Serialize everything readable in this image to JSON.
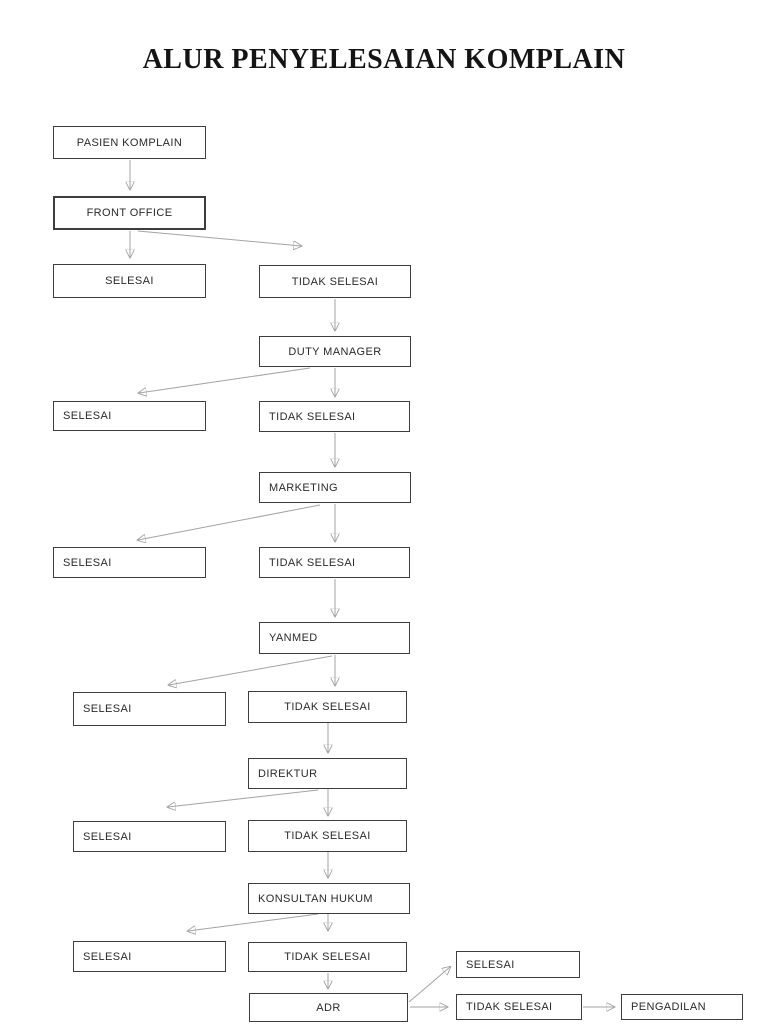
{
  "page": {
    "title": "ALUR PENYELESAIAN KOMPLAIN",
    "background_color": "#ffffff",
    "box_border_color": "#3d3d3d",
    "connector_line_color": "#a3a3a3",
    "arrowhead_color": "#141414",
    "text_color": "#2a2a2a"
  },
  "diagram": {
    "nodes": [
      {
        "id": "pasien-komplain",
        "label": "PASIEN KOMPLAIN"
      },
      {
        "id": "front-office",
        "label": "FRONT OFFICE"
      },
      {
        "id": "selesai-front-office",
        "label": "SELESAI"
      },
      {
        "id": "tidak-selesai-front-office",
        "label": "TIDAK SELESAI"
      },
      {
        "id": "duty-manager",
        "label": "DUTY MANAGER"
      },
      {
        "id": "selesai-duty-manager",
        "label": "SELESAI"
      },
      {
        "id": "tidak-selesai-duty-manager",
        "label": "TIDAK SELESAI"
      },
      {
        "id": "marketing",
        "label": "MARKETING"
      },
      {
        "id": "selesai-marketing",
        "label": "SELESAI"
      },
      {
        "id": "tidak-selesai-marketing",
        "label": "TIDAK SELESAI"
      },
      {
        "id": "yanmed",
        "label": "YANMED"
      },
      {
        "id": "selesai-yanmed",
        "label": "SELESAI"
      },
      {
        "id": "tidak-selesai-yanmed",
        "label": "TIDAK SELESAI"
      },
      {
        "id": "direktur",
        "label": "DIREKTUR"
      },
      {
        "id": "selesai-direktur",
        "label": "SELESAI"
      },
      {
        "id": "tidak-selesai-direktur",
        "label": "TIDAK SELESAI"
      },
      {
        "id": "konsultan-hukum",
        "label": "KONSULTAN HUKUM"
      },
      {
        "id": "selesai-konsultan-hukum",
        "label": "SELESAI"
      },
      {
        "id": "tidak-selesai-konsultan-hukum",
        "label": "TIDAK SELESAI"
      },
      {
        "id": "adr",
        "label": "ADR"
      },
      {
        "id": "selesai-adr",
        "label": "SELESAI"
      },
      {
        "id": "tidak-selesai-adr",
        "label": "TIDAK SELESAI"
      },
      {
        "id": "pengadilan",
        "label": "PENGADILAN"
      }
    ],
    "edges": [
      {
        "from": "pasien-komplain",
        "to": "front-office"
      },
      {
        "from": "front-office",
        "to": "selesai-front-office"
      },
      {
        "from": "front-office",
        "to": "tidak-selesai-front-office"
      },
      {
        "from": "tidak-selesai-front-office",
        "to": "duty-manager"
      },
      {
        "from": "duty-manager",
        "to": "selesai-duty-manager"
      },
      {
        "from": "duty-manager",
        "to": "tidak-selesai-duty-manager"
      },
      {
        "from": "tidak-selesai-duty-manager",
        "to": "marketing"
      },
      {
        "from": "marketing",
        "to": "selesai-marketing"
      },
      {
        "from": "marketing",
        "to": "tidak-selesai-marketing"
      },
      {
        "from": "tidak-selesai-marketing",
        "to": "yanmed"
      },
      {
        "from": "yanmed",
        "to": "selesai-yanmed"
      },
      {
        "from": "yanmed",
        "to": "tidak-selesai-yanmed"
      },
      {
        "from": "tidak-selesai-yanmed",
        "to": "direktur"
      },
      {
        "from": "direktur",
        "to": "selesai-direktur"
      },
      {
        "from": "direktur",
        "to": "tidak-selesai-direktur"
      },
      {
        "from": "tidak-selesai-direktur",
        "to": "konsultan-hukum"
      },
      {
        "from": "konsultan-hukum",
        "to": "selesai-konsultan-hukum"
      },
      {
        "from": "konsultan-hukum",
        "to": "tidak-selesai-konsultan-hukum"
      },
      {
        "from": "tidak-selesai-konsultan-hukum",
        "to": "adr"
      },
      {
        "from": "adr",
        "to": "selesai-adr"
      },
      {
        "from": "adr",
        "to": "tidak-selesai-adr"
      },
      {
        "from": "tidak-selesai-adr",
        "to": "pengadilan"
      }
    ]
  }
}
